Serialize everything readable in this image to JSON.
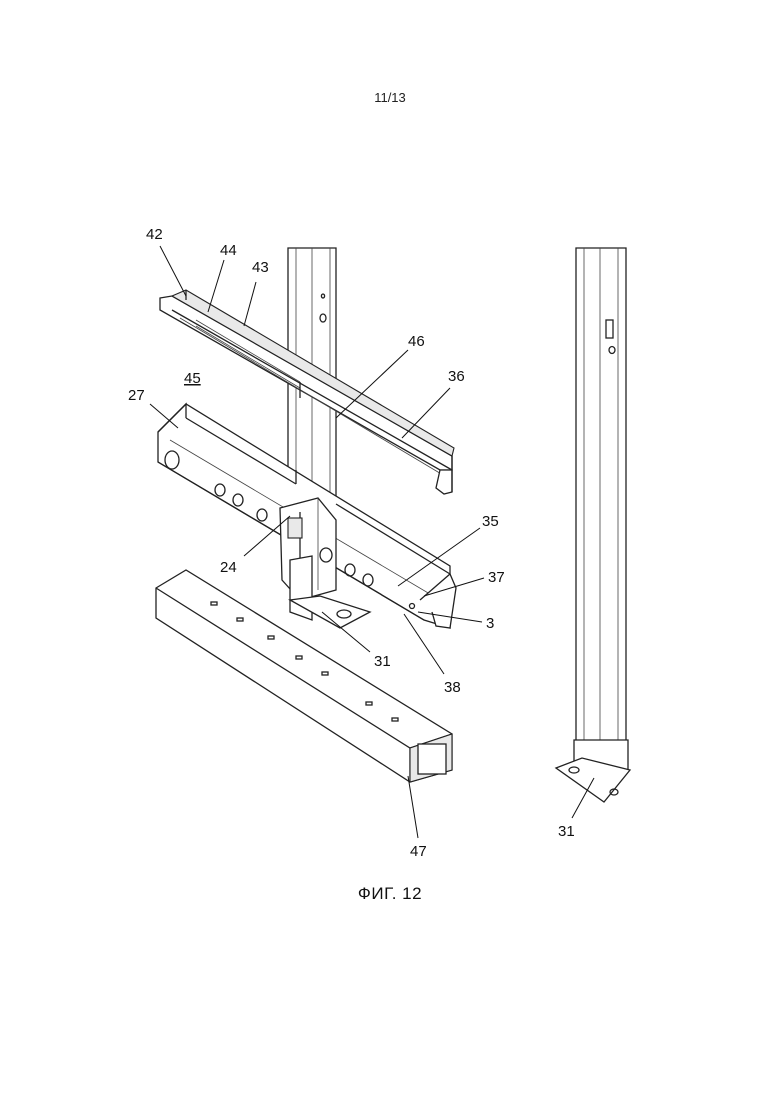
{
  "page": {
    "number": "11/13"
  },
  "figure": {
    "caption": "ФИГ. 12"
  },
  "labels": {
    "l42": "42",
    "l44": "44",
    "l43": "43",
    "l46": "46",
    "l36": "36",
    "l27": "27",
    "l45": "45",
    "l35": "35",
    "l37": "37",
    "l3": "3",
    "l24": "24",
    "l31a": "31",
    "l38": "38",
    "l47": "47",
    "l31b": "31"
  }
}
